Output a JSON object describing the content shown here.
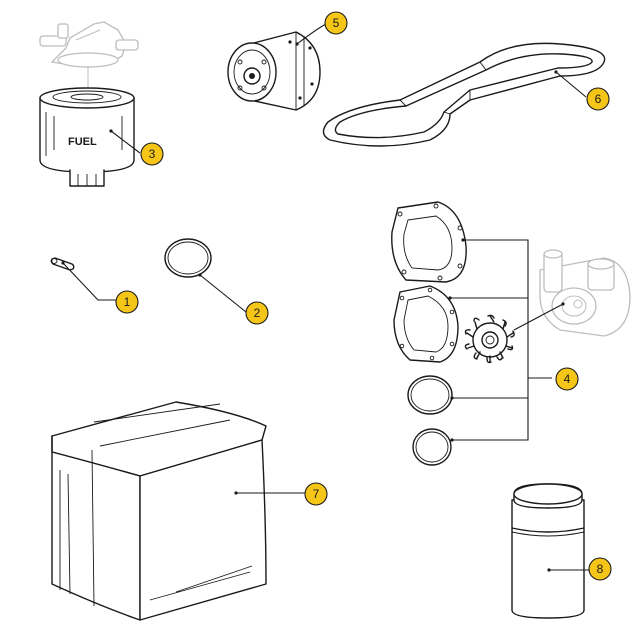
{
  "callouts": [
    {
      "id": "1",
      "label": "1"
    },
    {
      "id": "2",
      "label": "2"
    },
    {
      "id": "3",
      "label": "3"
    },
    {
      "id": "4",
      "label": "4"
    },
    {
      "id": "5",
      "label": "5"
    },
    {
      "id": "6",
      "label": "6"
    },
    {
      "id": "7",
      "label": "7"
    },
    {
      "id": "8",
      "label": "8"
    }
  ],
  "fuel_filter_text": "FUEL",
  "colors": {
    "callout_fill": "#f5c518",
    "line": "#1a1a1a",
    "ghost_part": "#bdbdbd"
  },
  "icons": [
    "fuel-filter-icon",
    "oil-filter-icon",
    "drive-belt-icon",
    "pin-icon",
    "o-ring-icon",
    "impeller-kit-icon",
    "water-pump-icon",
    "box-icon",
    "bottle-icon"
  ]
}
